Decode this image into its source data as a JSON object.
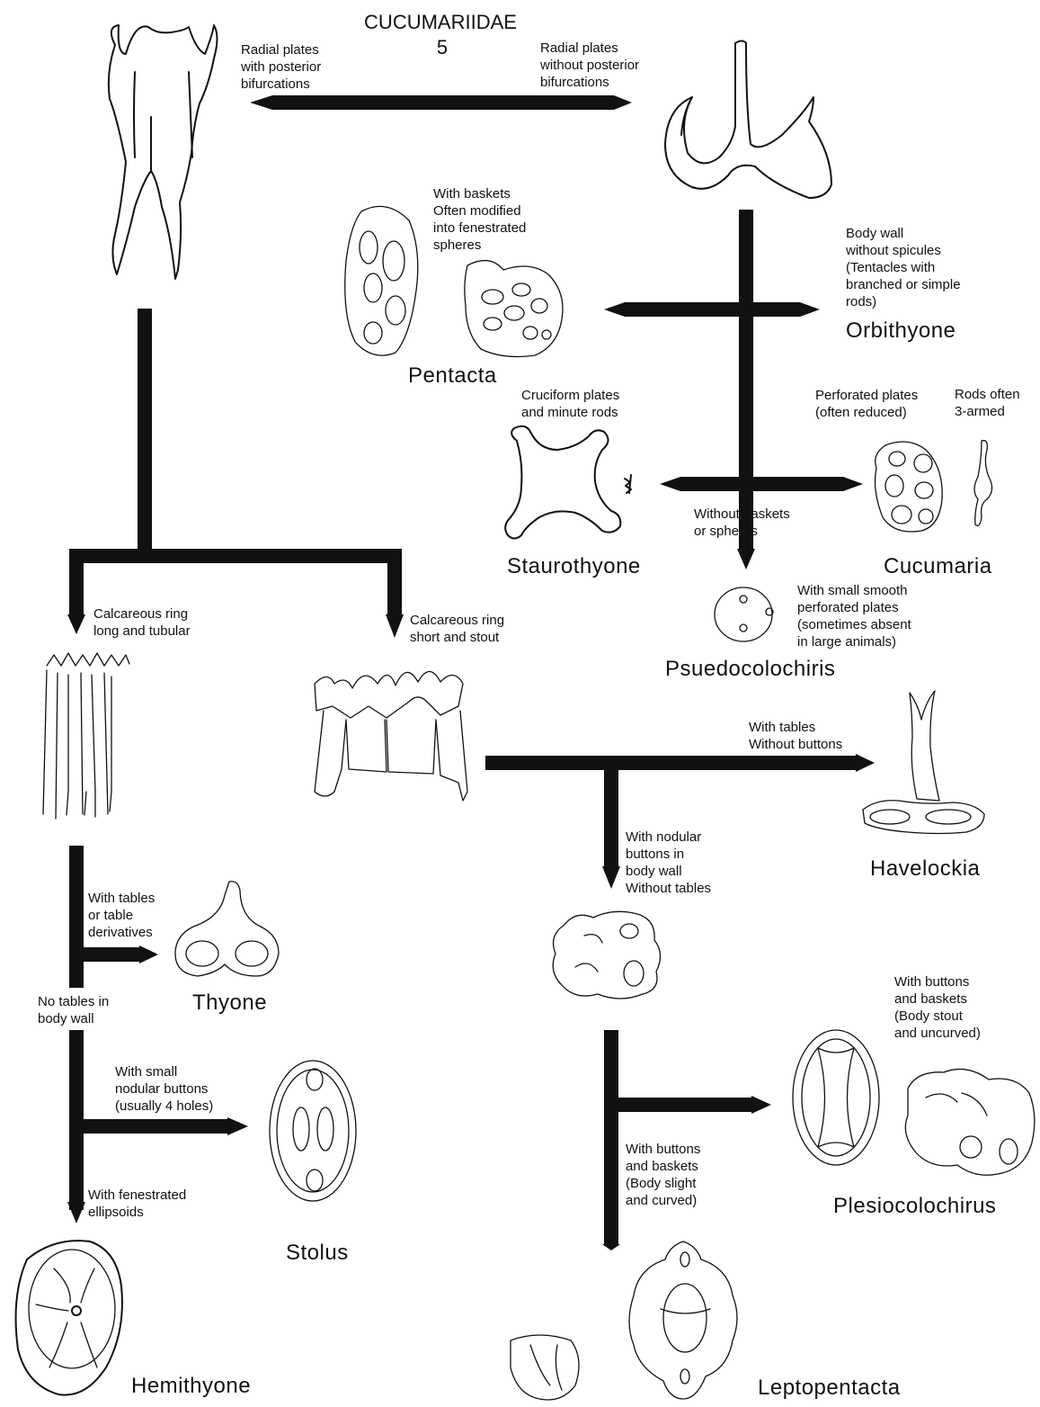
{
  "title": "CUCUMARIIDAE",
  "number": "5",
  "notes": {
    "radial_with": [
      "Radial plates",
      "with posterior",
      "bifurcations"
    ],
    "radial_without": [
      "Radial plates",
      "without posterior",
      "bifurcations"
    ],
    "with_baskets": [
      "With baskets",
      "Often modified",
      "into fenestrated",
      "spheres"
    ],
    "body_wall_without": [
      "Body wall",
      "without spicules",
      "(Tentacles with",
      "branched or simple",
      "rods)"
    ],
    "cruciform": [
      "Cruciform plates",
      "and minute rods"
    ],
    "perforated": [
      "Perforated plates",
      "(often reduced)"
    ],
    "rods": [
      "Rods often",
      "3-armed"
    ],
    "without_baskets": [
      "Without baskets",
      "or spheres"
    ],
    "small_smooth": [
      "With small smooth",
      "perforated plates",
      "(sometimes absent",
      "in large animals)"
    ],
    "ring_long": [
      "Calcareous ring",
      "long and tubular"
    ],
    "ring_short": [
      "Calcareous ring",
      "short and stout"
    ],
    "tables_no_buttons": [
      "With tables",
      "Without buttons"
    ],
    "nodular_buttons": [
      "With nodular",
      "buttons in",
      "body wall",
      "Without tables"
    ],
    "tables_derivatives": [
      "With tables",
      "or table",
      "derivatives"
    ],
    "no_tables": [
      "No tables in",
      "body wall"
    ],
    "small_nodular": [
      "With small",
      "nodular buttons",
      "(usually 4 holes)"
    ],
    "fenestrated_ellipsoids": [
      "With fenestrated",
      "ellipsoids"
    ],
    "buttons_stout": [
      "With buttons",
      "and baskets",
      "(Body stout",
      "and uncurved)"
    ],
    "buttons_slight": [
      "With buttons",
      "and baskets",
      "(Body slight",
      "and curved)"
    ]
  },
  "genera": {
    "orbithyone": "Orbithyone",
    "pentacta": "Pentacta",
    "staurothyone": "Staurothyone",
    "cucumaria": "Cucumaria",
    "psuedocolochiris": "Psuedocolochiris",
    "havelockia": "Havelockia",
    "thyone": "Thyone",
    "stolus": "Stolus",
    "hemithyone": "Hemithyone",
    "plesiocolochirus": "Plesiocolochirus",
    "leptopentacta": "Leptopentacta"
  }
}
